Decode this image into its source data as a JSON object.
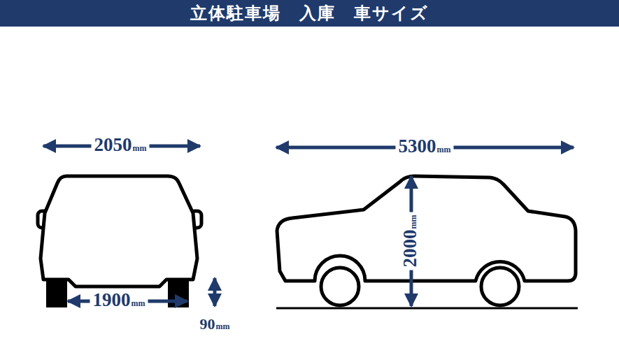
{
  "diagram": {
    "title": "立体駐車場　入庫　車サイズ",
    "labels": [
      "2050mm",
      "5300mm",
      "2000mm",
      "1900mm",
      "90mm"
    ]
  }
}
